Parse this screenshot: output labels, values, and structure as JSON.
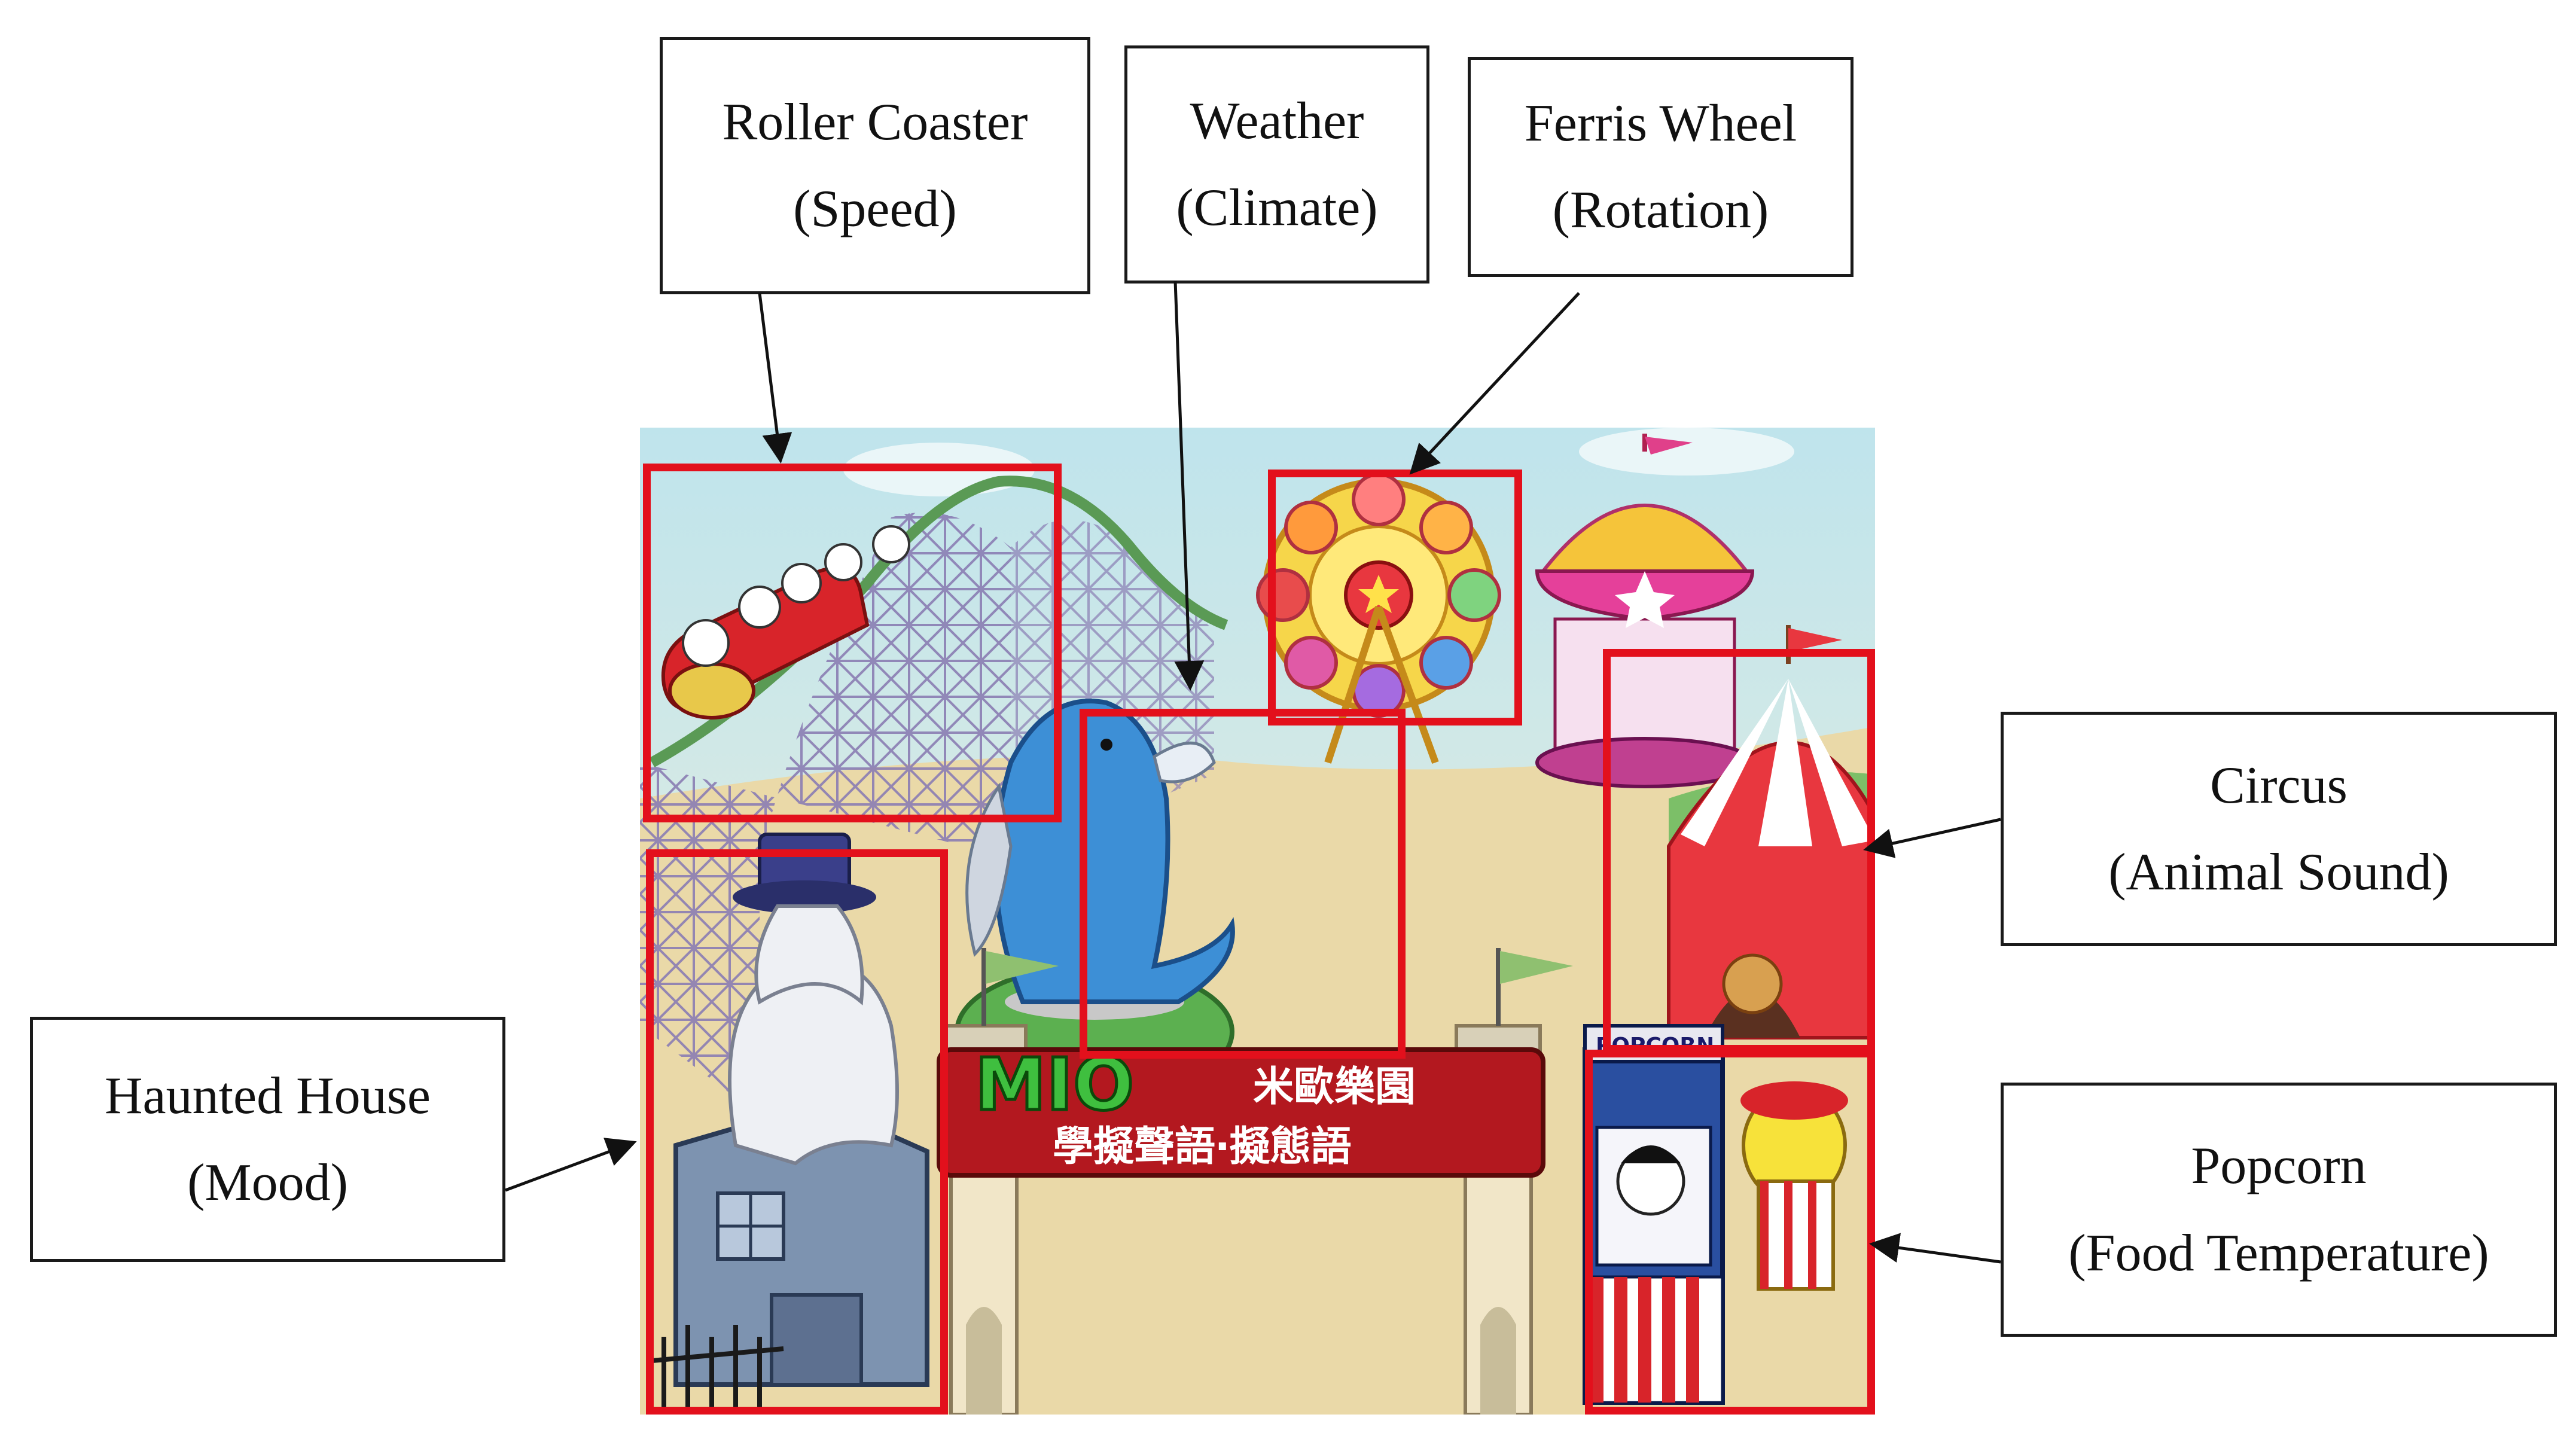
{
  "labels": {
    "roller_coaster": {
      "title": "Roller Coaster",
      "subtitle": "(Speed)"
    },
    "weather": {
      "title": "Weather",
      "subtitle": "(Climate)"
    },
    "ferris_wheel": {
      "title": "Ferris Wheel",
      "subtitle": "(Rotation)"
    },
    "circus": {
      "title": "Circus",
      "subtitle": "(Animal Sound)"
    },
    "haunted_house": {
      "title": "Haunted House",
      "subtitle": "(Mood)"
    },
    "popcorn": {
      "title": "Popcorn",
      "subtitle": "(Food Temperature)"
    }
  },
  "sign": {
    "logo": "MIO",
    "line1": "米歐樂園",
    "line2": "學擬聲語‧擬態語"
  },
  "popcorn_sign": "POPCORN",
  "colors": {
    "highlight": "#e3101c",
    "sky": "#cfe9ee",
    "ground": "#e9d7a6",
    "grass": "#7ec36b",
    "whale": "#3d8fd6",
    "coaster_track": "#7a6aa0"
  }
}
